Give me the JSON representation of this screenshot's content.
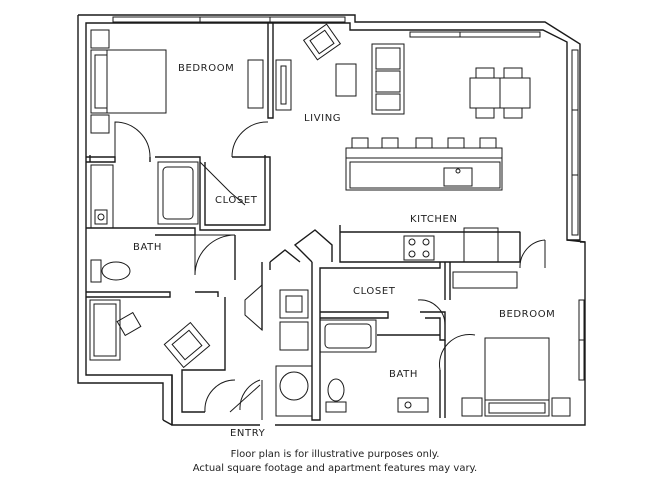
{
  "rooms": {
    "bedroom_1": "BEDROOM",
    "living": "LIVING",
    "closet_1": "CLOSET",
    "bath_1": "BATH",
    "kitchen": "KITCHEN",
    "closet_2": "CLOSET",
    "bedroom_2": "BEDROOM",
    "bath_2": "BATH",
    "entry": "ENTRY"
  },
  "disclaimer": {
    "line1": "Floor plan is for illustrative purposes only.",
    "line2": "Actual square footage and apartment features may vary."
  }
}
